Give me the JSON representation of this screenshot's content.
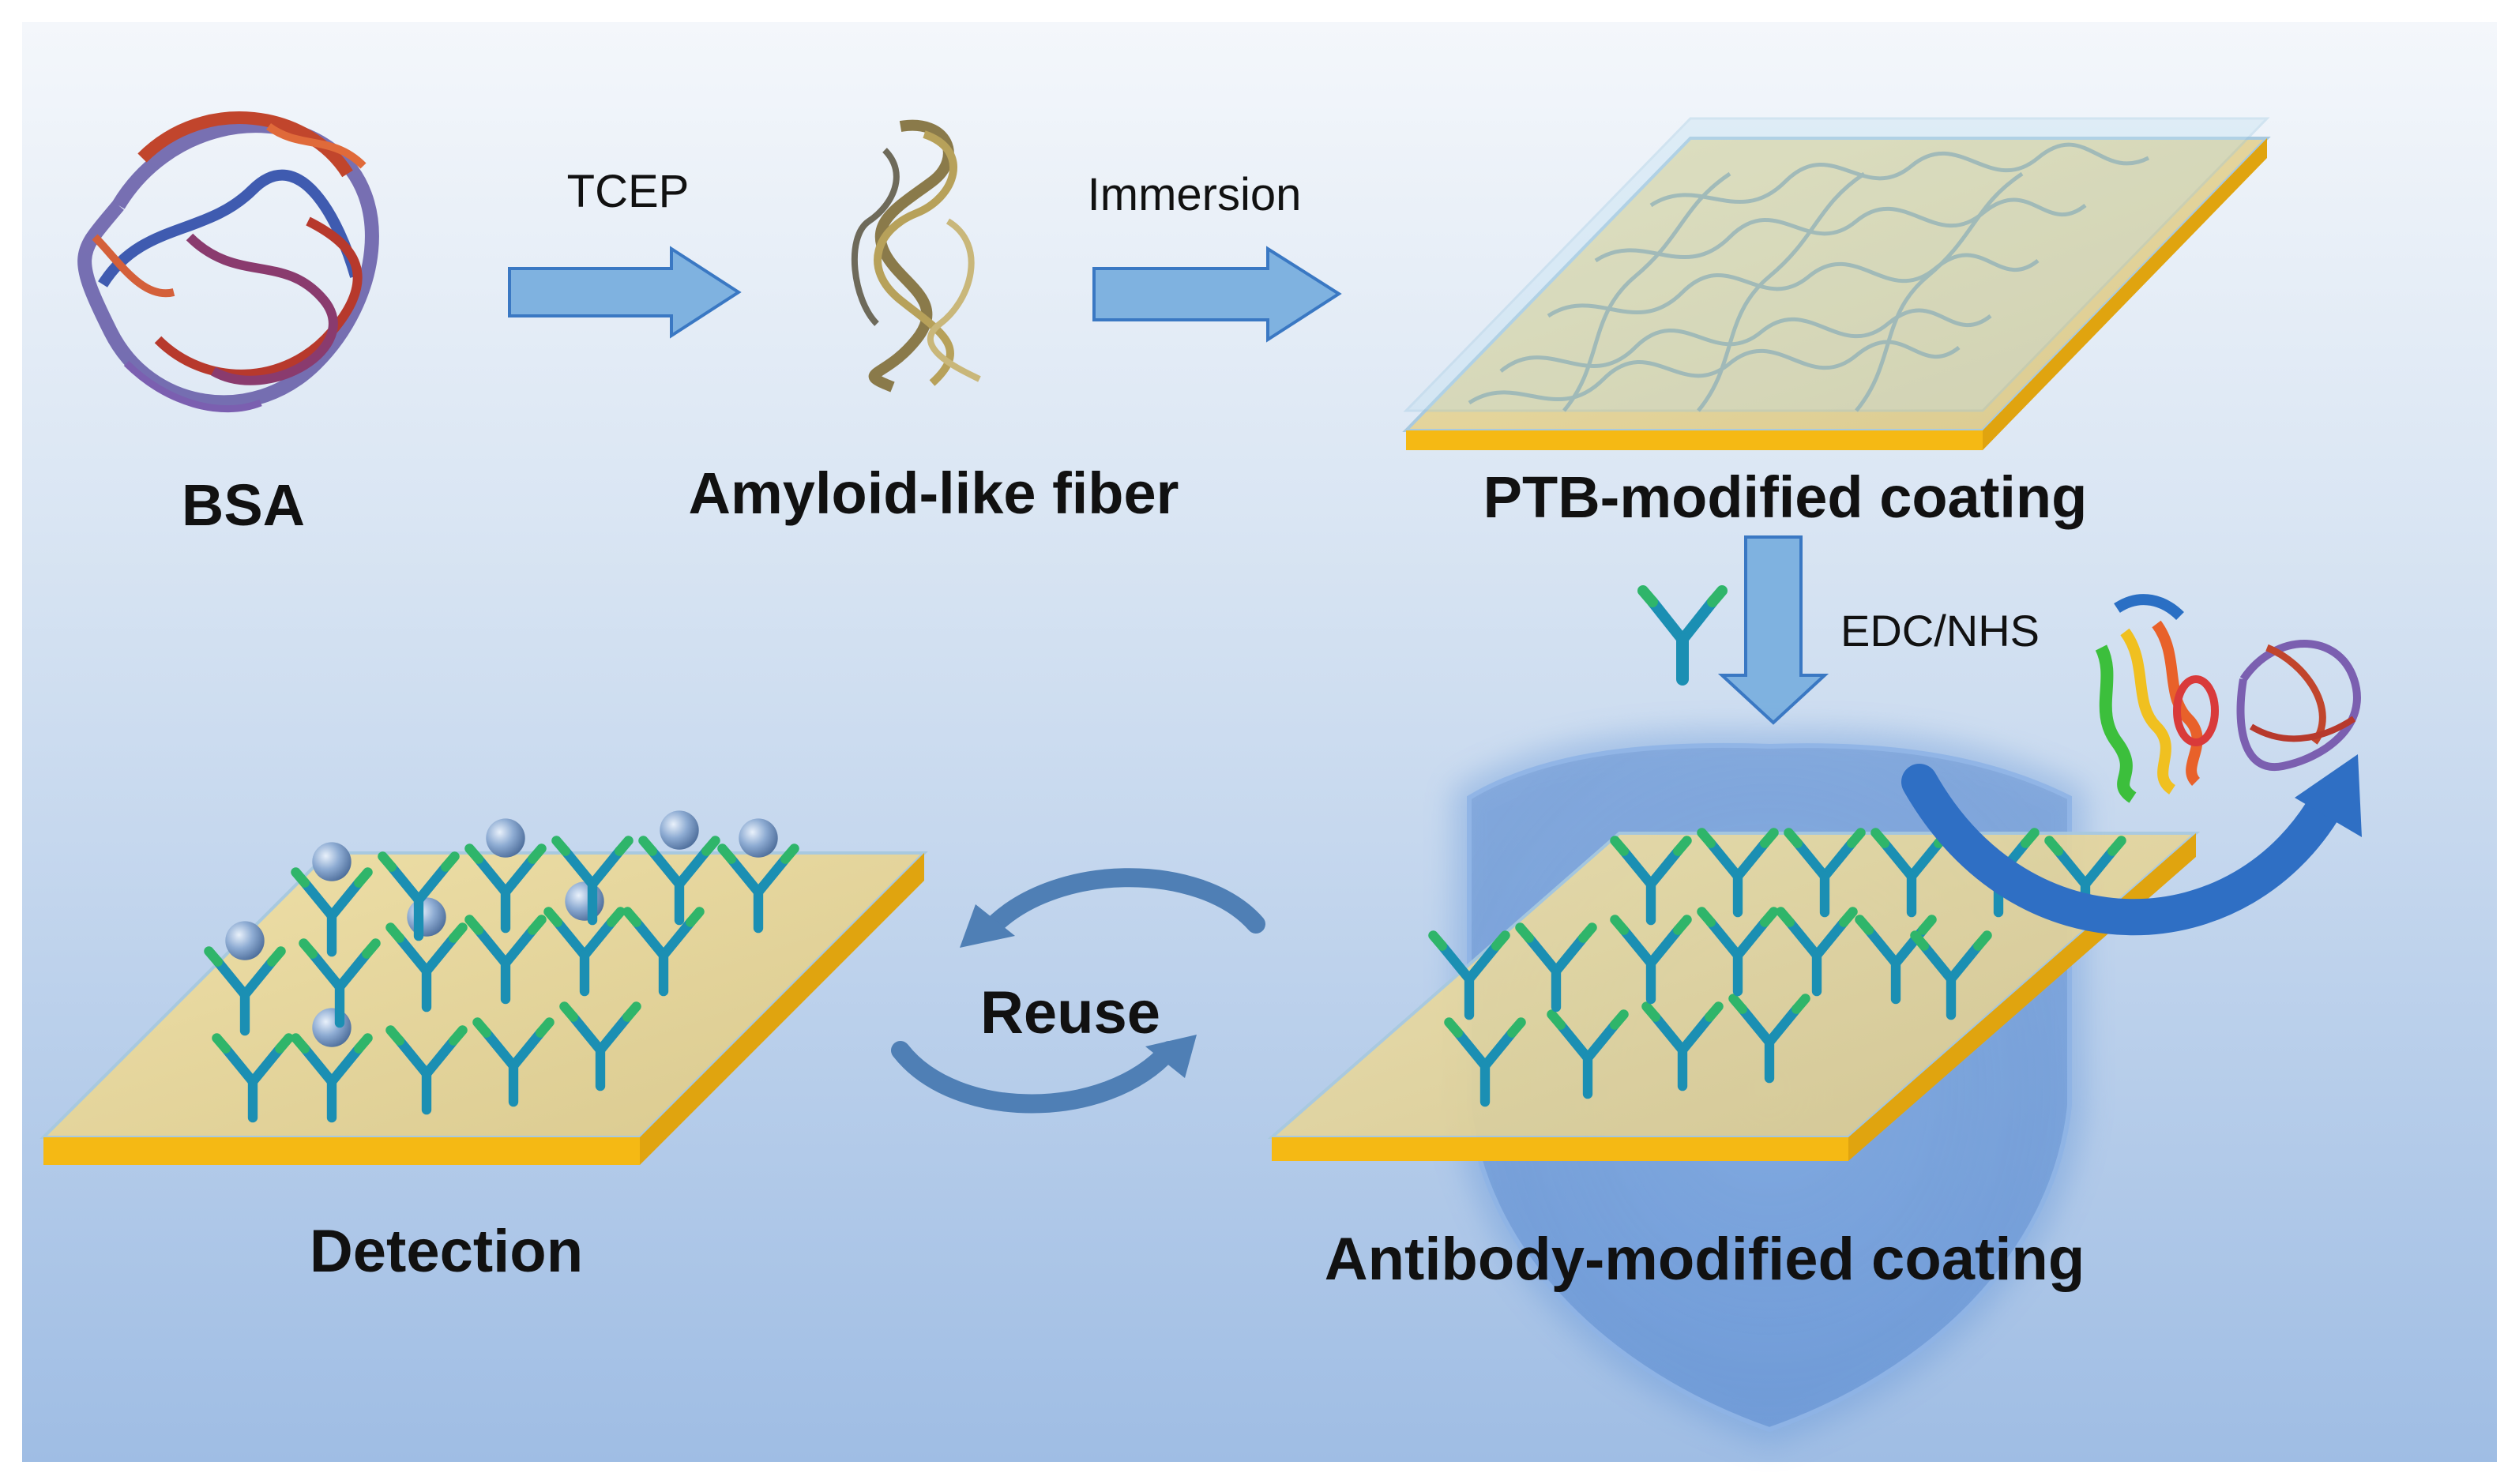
{
  "labels": {
    "bsa": "BSA",
    "amyloid": "Amyloid-like fiber",
    "ptb_coating": "PTB-modified coating",
    "detection": "Detection",
    "reuse": "Reuse",
    "antibody_coating": "Antibody-modified coating"
  },
  "arrows": {
    "tcep": "TCEP",
    "immersion": "Immersion",
    "edc_nhs": "EDC/NHS"
  },
  "colors": {
    "background_top": "#f4f7fb",
    "background_bottom": "#9fbde4",
    "arrow_fill": "#7fb2e0",
    "arrow_stroke": "#3a78c3",
    "coating_top": "#e8d69a",
    "coating_edge": "#f5b914",
    "glass": "#b9dcef",
    "antibody_teal": "#1b8fb3",
    "antibody_green": "#2fb56a",
    "antigen_sphere": "#7d9fc9",
    "shield": "#5a8fd6",
    "curved_arrow": "#2f6fc4",
    "reuse_arrow": "#4f7fb5"
  },
  "icons": {
    "bsa_protein": "bsa-protein-ribbon-icon",
    "amyloid_fiber": "amyloid-fiber-ribbon-icon",
    "antibody": "antibody-y-icon",
    "antigen": "antigen-sphere-icon",
    "shield": "shield-icon",
    "proteins": "nonspecific-proteins-icon"
  }
}
